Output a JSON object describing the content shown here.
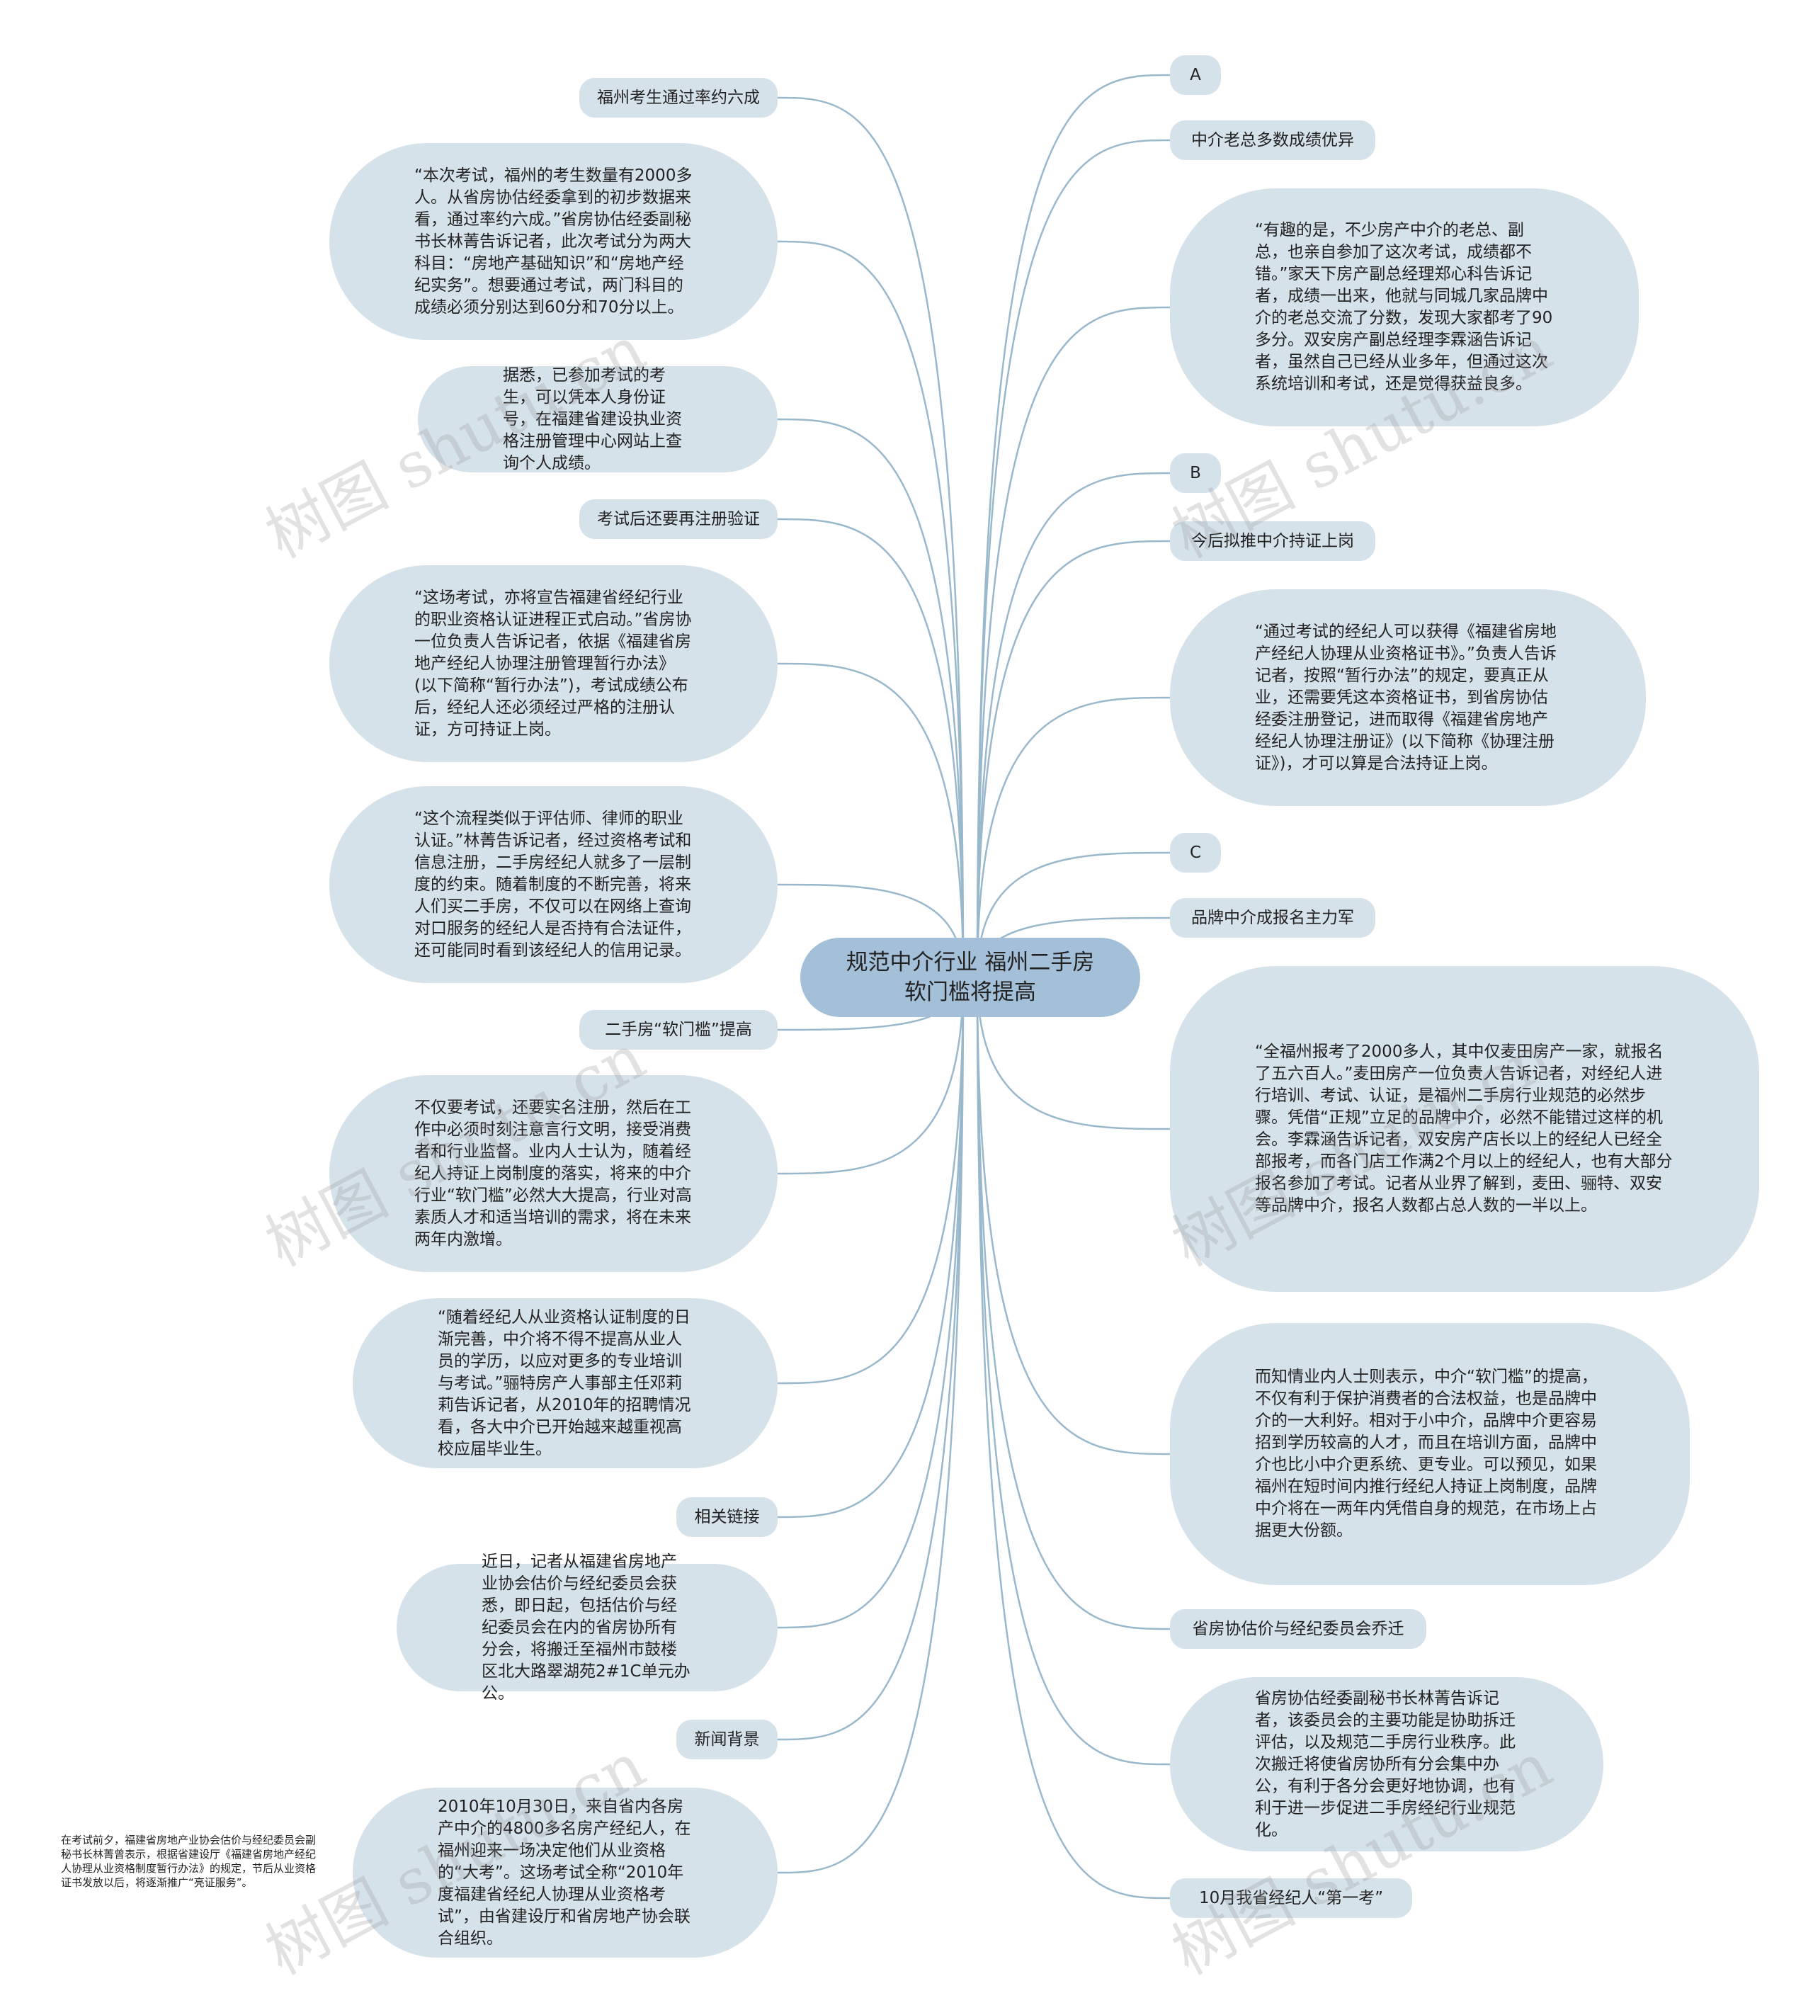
{
  "root": {
    "title": "规范中介行业 福州二手房\n软门槛将提高"
  },
  "left": [
    {
      "id": "l1",
      "text": "福州考生通过率约六成"
    },
    {
      "id": "l2",
      "text": "“本次考试，福州的考生数量有2000多人。从省房协估经委拿到的初步数据来看，通过率约六成。”省房协估经委副秘书长林菁告诉记者，此次考试分为两大科目：“房地产基础知识”和“房地产经纪实务”。想要通过考试，两门科目的成绩必须分别达到60分和70分以上。"
    },
    {
      "id": "l3",
      "text": "据悉，已参加考试的考生，可以凭本人身份证号，在福建省建设执业资格注册管理中心网站上查询个人成绩。"
    },
    {
      "id": "l4",
      "text": "考试后还要再注册验证"
    },
    {
      "id": "l5",
      "text": "“这场考试，亦将宣告福建省经纪行业的职业资格认证进程正式启动。”省房协一位负责人告诉记者，依据《福建省房地产经纪人协理注册管理暂行办法》(以下简称“暂行办法”)，考试成绩公布后，经纪人还必须经过严格的注册认证，方可持证上岗。"
    },
    {
      "id": "l6",
      "text": "“这个流程类似于评估师、律师的职业认证。”林菁告诉记者，经过资格考试和信息注册，二手房经纪人就多了一层制度的约束。随着制度的不断完善，将来人们买二手房，不仅可以在网络上查询对口服务的经纪人是否持有合法证件，还可能同时看到该经纪人的信用记录。"
    },
    {
      "id": "l7",
      "text": "二手房“软门槛”提高"
    },
    {
      "id": "l8",
      "text": "不仅要考试，还要实名注册，然后在工作中必须时刻注意言行文明，接受消费者和行业监督。业内人士认为，随着经纪人持证上岗制度的落实，将来的中介行业“软门槛”必然大大提高，行业对高素质人才和适当培训的需求，将在未来两年内激增。"
    },
    {
      "id": "l9",
      "text": "“随着经纪人从业资格认证制度的日渐完善，中介将不得不提高从业人员的学历，以应对更多的专业培训与考试。”骊特房产人事部主任邓莉莉告诉记者，从2010年的招聘情况看，各大中介已开始越来越重视高校应届毕业生。"
    },
    {
      "id": "l10",
      "text": "相关链接"
    },
    {
      "id": "l11",
      "text": "近日，记者从福建省房地产业协会估价与经纪委员会获悉，即日起，包括估价与经纪委员会在内的省房协所有分会，将搬迁至福州市鼓楼区北大路翠湖苑2#1C单元办公。"
    },
    {
      "id": "l12",
      "text": "新闻背景"
    },
    {
      "id": "l13",
      "text": "2010年10月30日，来自省内各房产中介的4800多名房产经纪人，在福州迎来一场决定他们从业资格的“大考”。这场考试全称“2010年度福建省经纪人协理从业资格考试”，由省建设厅和省房地产协会联合组织。"
    }
  ],
  "right": [
    {
      "id": "r1",
      "text": "A"
    },
    {
      "id": "r2",
      "text": "中介老总多数成绩优异"
    },
    {
      "id": "r3",
      "text": "“有趣的是，不少房产中介的老总、副总，也亲自参加了这次考试，成绩都不错。”家天下房产副总经理郑心科告诉记者，成绩一出来，他就与同城几家品牌中介的老总交流了分数，发现大家都考了90多分。双安房产副总经理李霖涵告诉记者，虽然自己已经从业多年，但通过这次系统培训和考试，还是觉得获益良多。"
    },
    {
      "id": "r4",
      "text": "B"
    },
    {
      "id": "r5",
      "text": "今后拟推中介持证上岗"
    },
    {
      "id": "r6",
      "text": "“通过考试的经纪人可以获得《福建省房地产经纪人协理从业资格证书》。”负责人告诉记者，按照“暂行办法”的规定，要真正从业，还需要凭这本资格证书，到省房协估经委注册登记，进而取得《福建省房地产经纪人协理注册证》(以下简称《协理注册证》)，才可以算是合法持证上岗。"
    },
    {
      "id": "r7",
      "text": "C"
    },
    {
      "id": "r8",
      "text": "品牌中介成报名主力军"
    },
    {
      "id": "r9",
      "text": "“全福州报考了2000多人，其中仅麦田房产一家，就报名了五六百人。”麦田房产一位负责人告诉记者，对经纪人进行培训、考试、认证，是福州二手房行业规范的必然步骤。凭借“正规”立足的品牌中介，必然不能错过这样的机会。李霖涵告诉记者，双安房产店长以上的经纪人已经全部报考，而各门店工作满2个月以上的经纪人，也有大部分报名参加了考试。记者从业界了解到，麦田、骊特、双安等品牌中介，报名人数都占总人数的一半以上。"
    },
    {
      "id": "r10",
      "text": "而知情业内人士则表示，中介“软门槛”的提高，不仅有利于保护消费者的合法权益，也是品牌中介的一大利好。相对于小中介，品牌中介更容易招到学历较高的人才，而且在培训方面，品牌中介也比小中介更系统、更专业。可以预见，如果福州在短时间内推行经纪人持证上岗制度，品牌中介将在一两年内凭借自身的规范，在市场上占据更大份额。"
    },
    {
      "id": "r11",
      "text": "省房协估价与经纪委员会乔迁"
    },
    {
      "id": "r12",
      "text": "省房协估经委副秘书长林菁告诉记者，该委员会的主要功能是协助拆迁评估，以及规范二手房行业秩序。此次搬迁将使省房协所有分会集中办公，有利于各分会更好地协调，也有利于进一步促进二手房经纪行业规范化。"
    },
    {
      "id": "r13",
      "text": "10月我省经纪人“第一考”"
    }
  ],
  "note": {
    "text": "在考试前夕，福建省房地产业协会估价与经纪委员会副秘书长林菁曾表示，根据省建设厅《福建省房地产经纪人协理从业资格制度暂行办法》的规定，节后从业资格证书发放以后，将逐渐推广“亮证服务”。"
  },
  "watermark": {
    "text": "树图 shutu.cn"
  },
  "colors": {
    "edge": "#9ab8cc",
    "node_fill": "#d6e2ea",
    "root_fill": "#a3c0d8"
  }
}
